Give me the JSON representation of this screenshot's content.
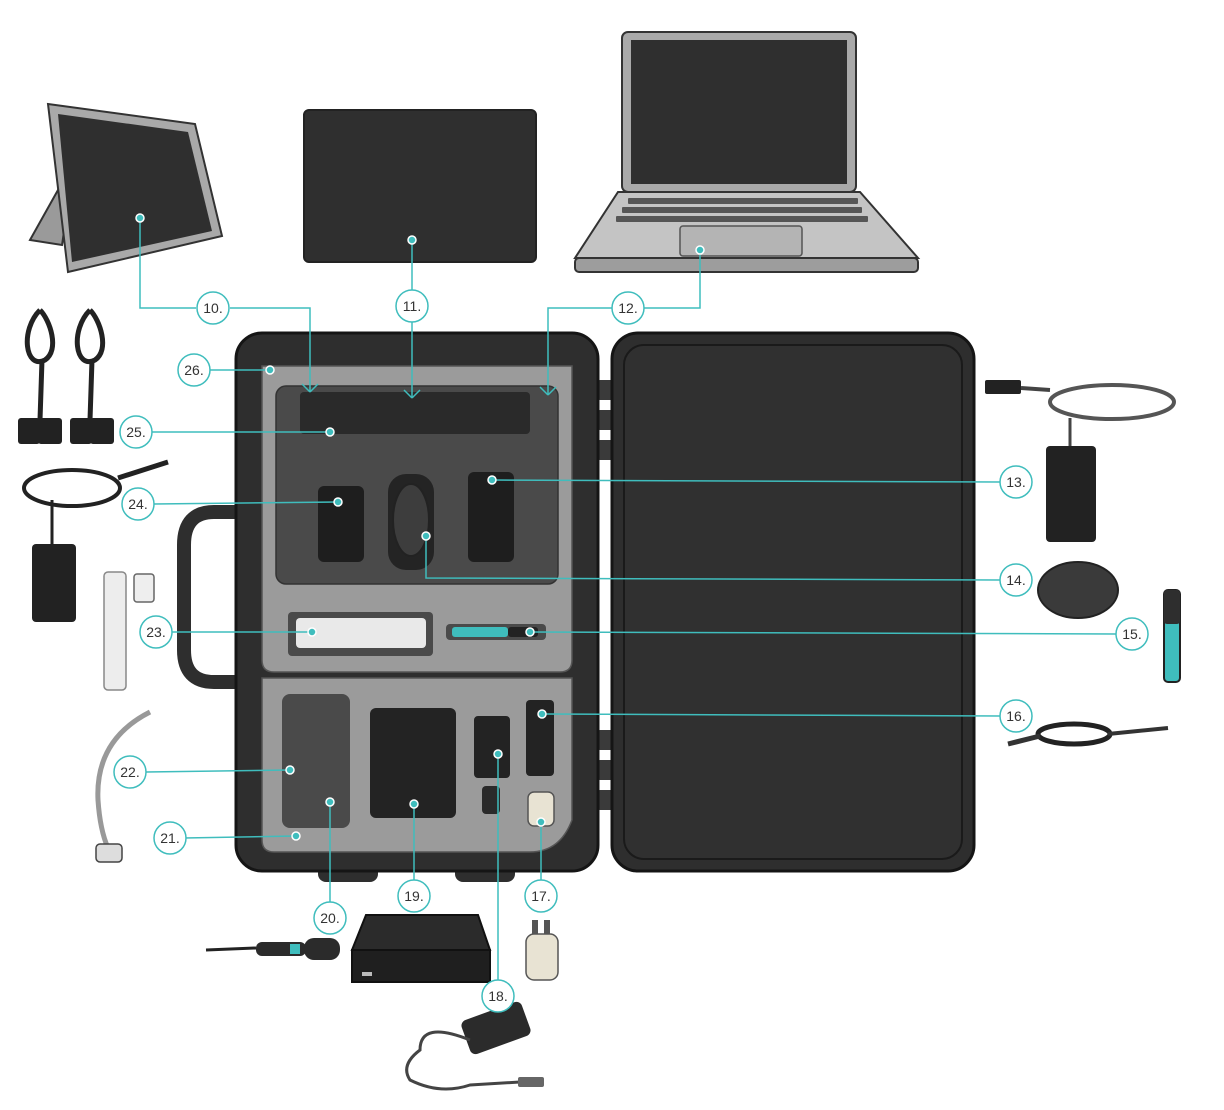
{
  "accent_color": "#3fbdbd",
  "case_color": "#2e2e2e",
  "foam_color": "#9b9b9b",
  "callouts": {
    "c10": "10.",
    "c11": "11.",
    "c12": "12.",
    "c13": "13.",
    "c14": "14.",
    "c15": "15.",
    "c16": "16.",
    "c17": "17.",
    "c18": "18.",
    "c19": "19.",
    "c20": "20.",
    "c21": "21.",
    "c22": "22.",
    "c23": "23.",
    "c24": "24.",
    "c25": "25.",
    "c26": "26."
  },
  "icons": {
    "tablet_kickstand": "tablet-with-kickstand-icon",
    "tablet": "tablet-icon",
    "laptop": "laptop-icon",
    "power_cords": "power-cord-icon",
    "power_adapter": "power-adapter-icon",
    "mouse": "mouse-icon",
    "stylus": "stylus-pen-icon",
    "cable": "cable-icon",
    "usb_charger": "usb-wall-charger-icon",
    "dc_adapter": "dc-power-adapter-icon",
    "storage_box": "storage-box-icon",
    "screwdriver": "screwdriver-icon",
    "tube": "tube-icon",
    "foam_roll": "foam-roll-icon",
    "carry_case": "carry-case-icon"
  }
}
